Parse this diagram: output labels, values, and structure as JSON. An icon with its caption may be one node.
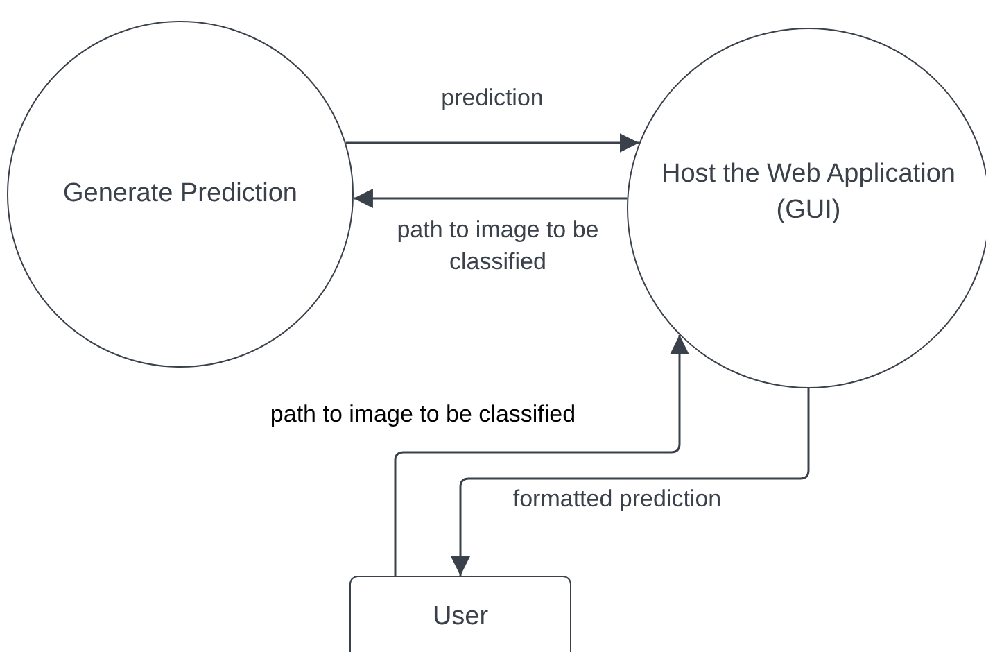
{
  "diagram": {
    "nodes": [
      {
        "text": [
          "Generate Prediction"
        ]
      },
      {
        "text": [
          "Host the Web Application (GUI)"
        ]
      },
      {
        "text": [
          "User"
        ]
      }
    ],
    "edges": [
      {
        "from": 0,
        "to": 1,
        "arrow": "to",
        "label": "prediction"
      },
      {
        "from": 1,
        "to": 0,
        "arrow": "to",
        "label": "path to image to be classified"
      },
      {
        "from": 2,
        "to": 1,
        "arrow": "to",
        "label": "path to image to be classified"
      },
      {
        "from": 1,
        "to": 2,
        "arrow": "to",
        "label": "formatted prediction"
      }
    ]
  }
}
